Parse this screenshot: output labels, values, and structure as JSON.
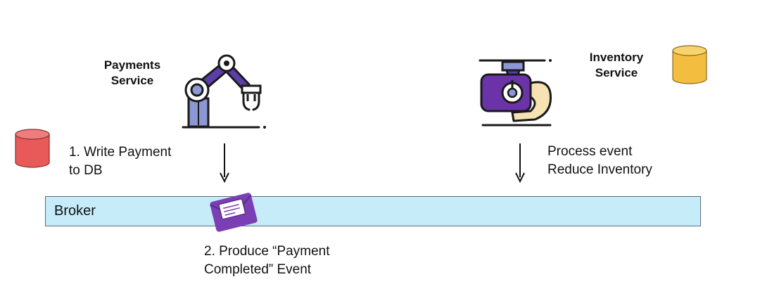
{
  "payments_service": {
    "label_line1": "Payments",
    "label_line2": "Service",
    "icon": "robot-arm-icon",
    "color": "#5b3ea8"
  },
  "inventory_service": {
    "label_line1": "Inventory",
    "label_line2": "Service",
    "icon": "packaging-machine-icon",
    "color": "#6a34a8"
  },
  "payments_db": {
    "icon": "database-icon",
    "color": "#e85a5a"
  },
  "inventory_db": {
    "icon": "database-icon",
    "color": "#f3bd3f"
  },
  "step1": {
    "line1": "1. Write Payment",
    "line2": "to DB"
  },
  "step2": {
    "line1": "2. Produce “Payment",
    "line2": "Completed” Event"
  },
  "inventory_note": {
    "line1": "Process event",
    "line2": "Reduce Inventory"
  },
  "broker": {
    "label": "Broker",
    "color": "#c6ecfa"
  },
  "event_icon": {
    "icon": "envelope-event-icon",
    "color": "#7b3fb5"
  }
}
